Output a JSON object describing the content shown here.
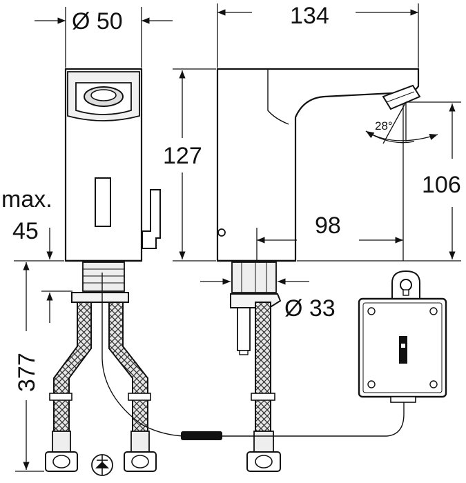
{
  "dimensions": {
    "diameter_top": "Ø 50",
    "width_overall": "134",
    "height_body": "127",
    "max_label": "max.",
    "max_value": "45",
    "height_outlet": "106",
    "reach": "98",
    "diameter_shank": "Ø 33",
    "length_hoses": "377",
    "angle": "28°"
  },
  "colors": {
    "line": "#111111",
    "background": "#ffffff"
  },
  "icons": [
    "check-valve-icon"
  ]
}
